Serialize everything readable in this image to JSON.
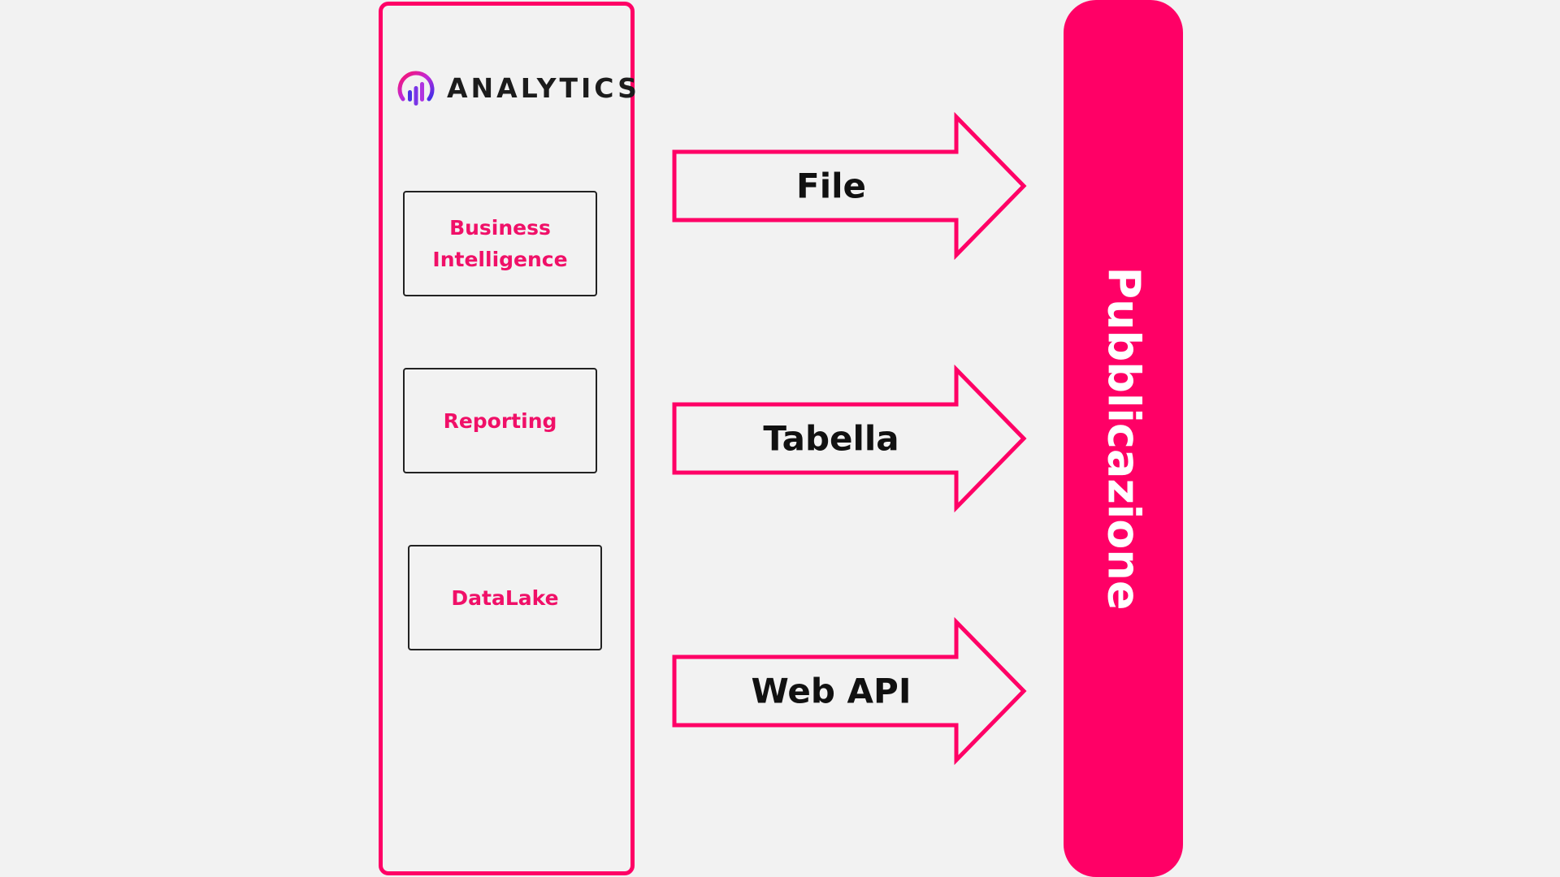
{
  "source_panel": {
    "logo_text": "ANALYTICS",
    "boxes": [
      {
        "label_line1": "Business",
        "label_line2": "Intelligence"
      },
      {
        "label_line1": "Reporting",
        "label_line2": ""
      },
      {
        "label_line1": "DataLake",
        "label_line2": ""
      }
    ]
  },
  "arrows": [
    {
      "label": "File"
    },
    {
      "label": "Tabella"
    },
    {
      "label": "Web API"
    }
  ],
  "target": {
    "label": "Pubblicazione"
  },
  "colors": {
    "accent": "#ff0066",
    "box_text": "#f01068",
    "background": "#f2f2f2"
  }
}
